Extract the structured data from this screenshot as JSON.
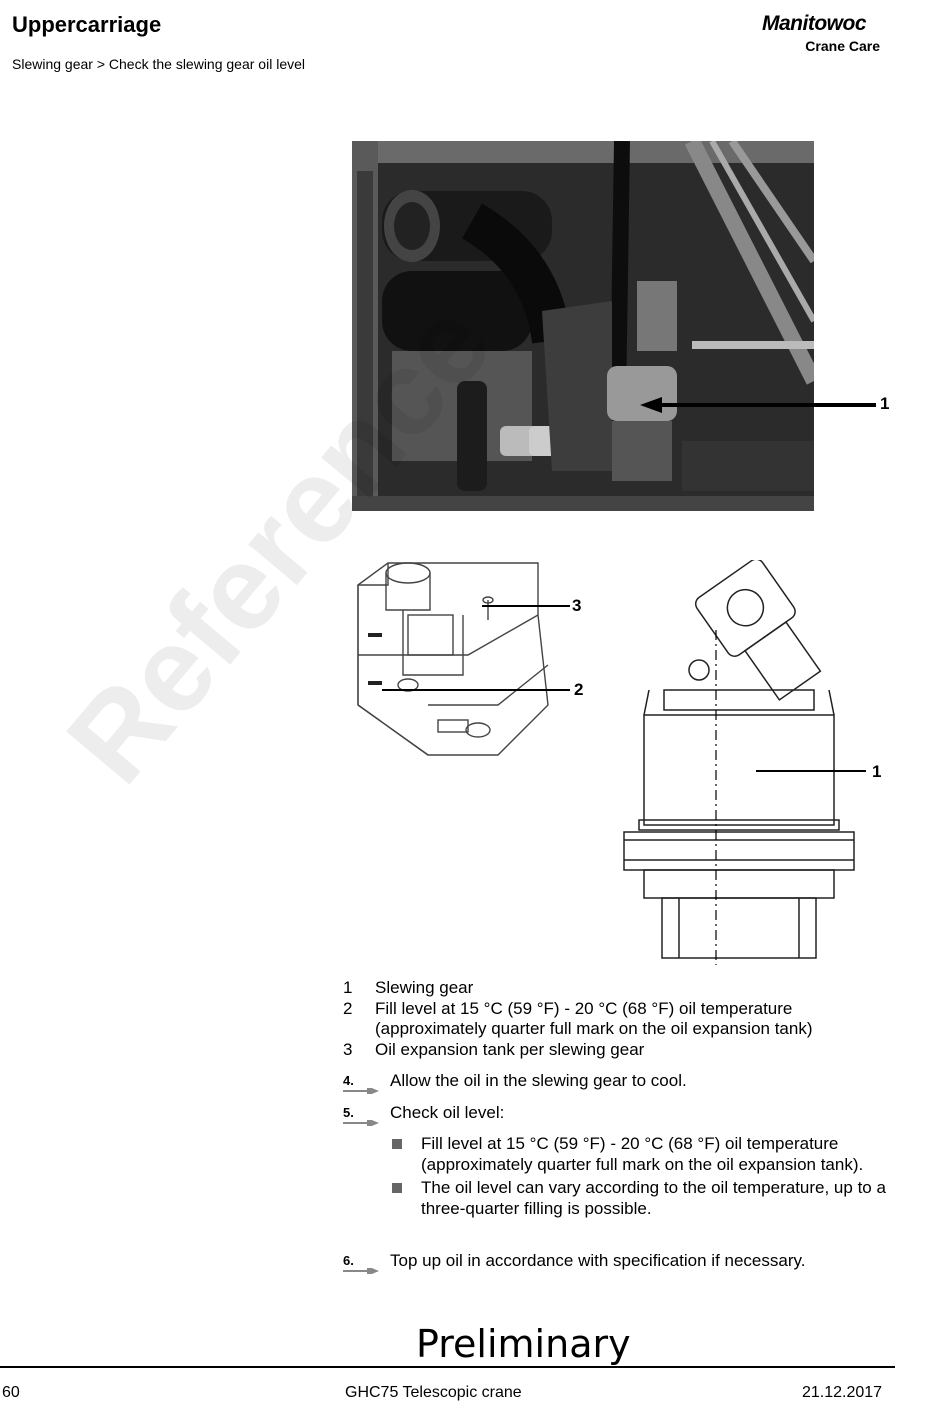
{
  "header": {
    "title": "Uppercarriage",
    "breadcrumb": "Slewing gear > Check the slewing gear oil level",
    "logo_main": "Manitowoc",
    "logo_sub": "Crane Care"
  },
  "figure": {
    "photo_callouts": [
      "1"
    ],
    "drawing_callouts": [
      "3",
      "2",
      "1"
    ]
  },
  "watermark": "Reference",
  "legend": [
    {
      "num": "1",
      "text": "Slewing gear"
    },
    {
      "num": "2",
      "text": "Fill level at 15 °C (59 °F) - 20 °C (68 °F) oil temperature (approximately quarter full mark on the oil expansion tank)"
    },
    {
      "num": "3",
      "text": "Oil expansion tank per slewing gear"
    }
  ],
  "steps": [
    {
      "num": "4.",
      "text": "Allow the oil in the slewing gear to cool."
    },
    {
      "num": "5.",
      "text": "Check oil level:"
    },
    {
      "num": "6.",
      "text": "Top up oil in accordance with specification if necessary."
    }
  ],
  "bullets": [
    "Fill level at 15 °C (59 °F) - 20 °C (68 °F) oil temperature (approximately quarter full mark on the oil expansion tank).",
    "The oil level can vary according to the oil temperature, up to a three-quarter filling is possible."
  ],
  "preliminary": "Preliminary",
  "footer": {
    "page": "60",
    "product": "GHC75 Telescopic crane",
    "date": "21.12.2017"
  },
  "colors": {
    "photo_background": "#2a2a2a",
    "step_arrow": "#888888",
    "bullet": "#666666"
  }
}
